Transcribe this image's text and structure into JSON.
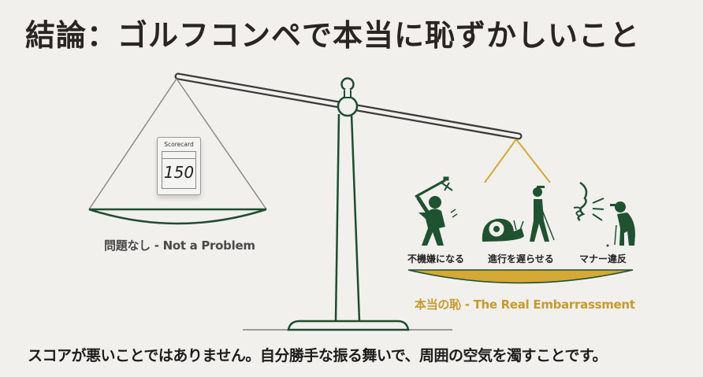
{
  "title": "結論：ゴルフコンペで本当に恥ずかしいこと",
  "left_pan": {
    "label": "問題なし - Not a Problem",
    "scorecard": {
      "header": "Scorecard",
      "score": "150"
    }
  },
  "right_pan": {
    "label": "本当の恥 - The Real Embarrassment",
    "items": [
      {
        "icon": "angry-golfer-icon",
        "label": "不機嫌になる"
      },
      {
        "icon": "snail-slow-golfer-icon",
        "label": "進行を遅らせる"
      },
      {
        "icon": "talking-during-putt-icon",
        "label": "マナー違反"
      }
    ]
  },
  "caption": "スコアが悪いことではありません。自分勝手な振る舞いで、周囲の空気を濁すことです。",
  "colors": {
    "green": "#1f4d2f",
    "gold": "#d4a935",
    "gold_text": "#c79a2b",
    "background": "#f1f0ec",
    "gray_line": "#8a8a8a"
  }
}
